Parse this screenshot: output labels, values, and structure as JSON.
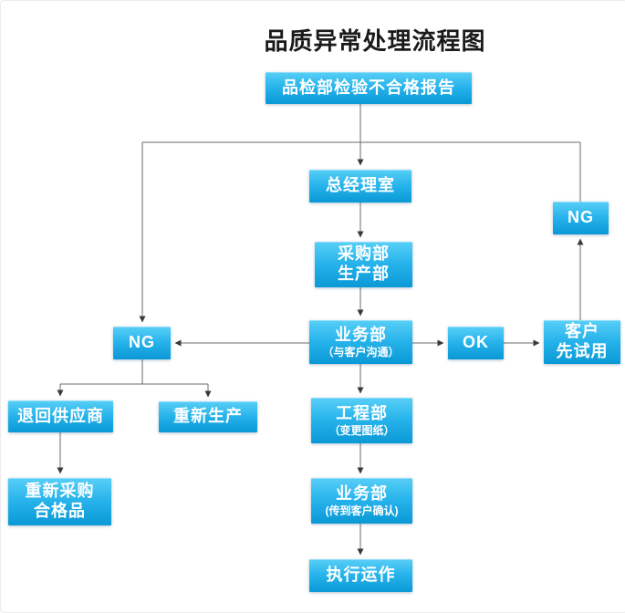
{
  "title": "品质异常处理流程图",
  "colors": {
    "box_gradient_top": "#58cff7",
    "box_gradient_bottom": "#0a99d6",
    "box_text": "#ffffff",
    "connector_line": "#6b6b6b",
    "arrowhead": "#3a3a3a",
    "title_text": "#1a1a1a",
    "background": "#ffffff"
  },
  "nodes": {
    "report": {
      "label": "品检部检验不合格报告"
    },
    "gm_office": {
      "label": "总经理室"
    },
    "purchase_production": {
      "line1": "采购部",
      "line2": "生产部"
    },
    "sales_communicate": {
      "line1": "业务部",
      "line2": "（与客户沟通）"
    },
    "ok": {
      "label": "OK"
    },
    "customer_trial": {
      "line1": "客户",
      "line2": "先试用"
    },
    "ng_right": {
      "label": "NG"
    },
    "ng_left": {
      "label": "NG"
    },
    "return_supplier": {
      "label": "退回供应商"
    },
    "reproduce": {
      "label": "重新生产"
    },
    "repurchase": {
      "line1": "重新采购",
      "line2": "合格品"
    },
    "engineering": {
      "line1": "工程部",
      "line2": "（变更图纸）"
    },
    "sales_confirm": {
      "line1": "业务部",
      "line2": "(传到客户确认)"
    },
    "execute": {
      "label": "执行运作"
    }
  }
}
